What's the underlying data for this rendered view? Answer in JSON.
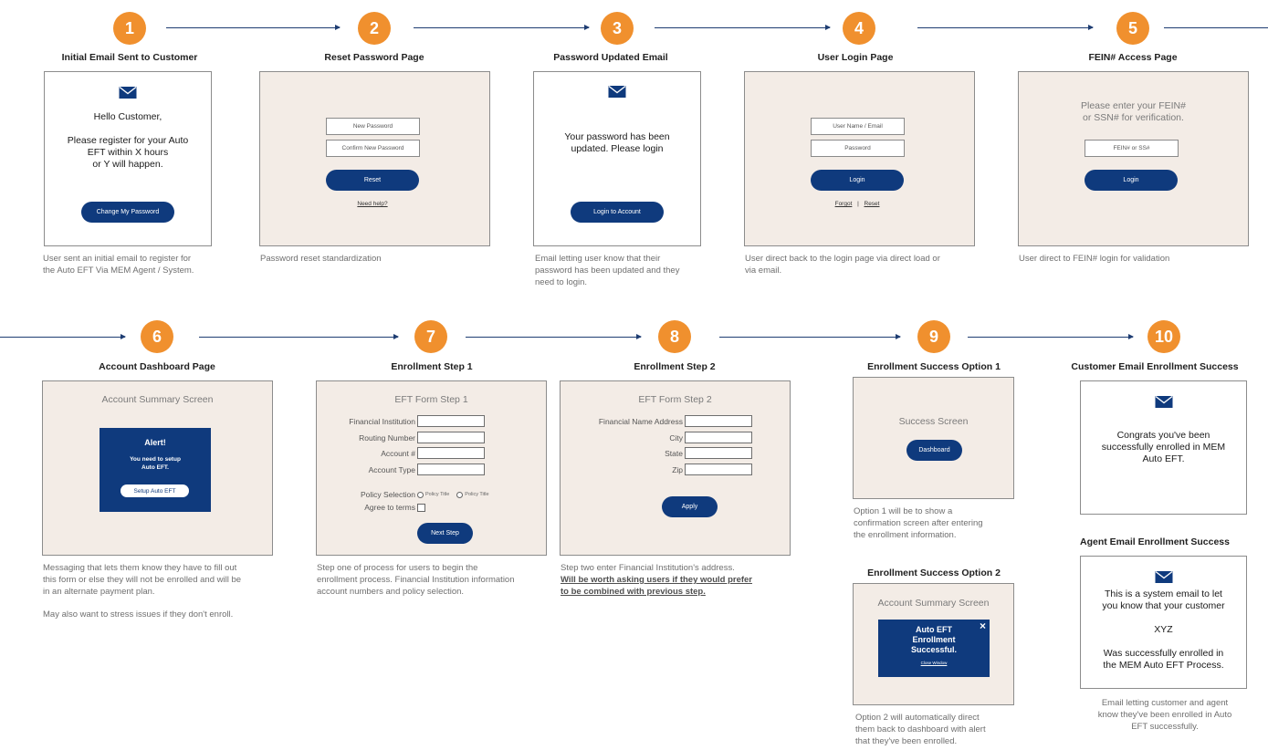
{
  "steps": {
    "s1": {
      "num": "1",
      "title": "Initial Email Sent to Customer",
      "greeting": "Hello Customer,",
      "body": [
        "Please register for your Auto",
        "EFT within X hours",
        "or Y will happen."
      ],
      "button": "Change My Password",
      "desc": [
        "User sent an initial email to register for",
        "the Auto EFT Via MEM Agent / System."
      ]
    },
    "s2": {
      "num": "2",
      "title": "Reset Password Page",
      "field1": "New Password",
      "field2": "Confirm New Password",
      "button": "Reset",
      "link": "Need help?",
      "desc": [
        "Password reset standardization"
      ]
    },
    "s3": {
      "num": "3",
      "title": "Password Updated Email",
      "body": [
        "Your password has been",
        "updated. Please login"
      ],
      "button": "Login to Account",
      "desc": [
        "Email letting user know that their",
        "password has been updated and they",
        "need to login."
      ]
    },
    "s4": {
      "num": "4",
      "title": "User Login Page",
      "field1": "User Name / Email",
      "field2": "Password",
      "button": "Login",
      "link1": "Forgot",
      "sep": "|",
      "link2": "Reset",
      "desc": [
        "User direct back to the login page via direct load or",
        "via email."
      ]
    },
    "s5": {
      "num": "5",
      "title": "FEIN# Access Page",
      "prompt": [
        "Please enter your FEIN#",
        "or SSN# for verification."
      ],
      "field": "FEIN# or SS#",
      "button": "Login",
      "desc": [
        "User direct to FEIN# login for validation"
      ]
    },
    "s6": {
      "num": "6",
      "title": "Account Dashboard Page",
      "screen": "Account Summary Screen",
      "alert_title": "Alert!",
      "alert_body": [
        "You need to setup",
        "Auto EFT."
      ],
      "alert_button": "Setup Auto EFT",
      "desc": [
        "Messaging that lets them know they have to fill out",
        "this form or else they will not be enrolled and will be",
        "in an alternate payment plan."
      ],
      "desc2": "May also want to stress issues if they don't enroll."
    },
    "s7": {
      "num": "7",
      "title": "Enrollment Step 1",
      "screen": "EFT Form Step 1",
      "fields": [
        "Financial Institution",
        "Routing Number",
        "Account #",
        "Account Type"
      ],
      "policy_label": "Policy Selection",
      "policy_opt1": "Policy Title",
      "policy_opt2": "Policy Title",
      "agree_label": "Agree to terms",
      "button": "Next Step",
      "desc": [
        "Step one of process for users to begin the",
        "enrollment process. Financial Institution information",
        "account numbers and policy selection."
      ]
    },
    "s8": {
      "num": "8",
      "title": "Enrollment Step 2",
      "screen": "EFT Form Step 2",
      "fields": [
        "Financial Name Address",
        "City",
        "State",
        "Zip"
      ],
      "button": "Apply",
      "desc": "Step two enter Financial Institution's address.",
      "desc_bold": [
        "Will be worth asking users if they would prefer",
        "to be combined with previous step."
      ]
    },
    "s9": {
      "num": "9",
      "title": "Enrollment Success Option 1",
      "screen": "Success Screen",
      "button": "Dashboard",
      "desc": [
        "Option 1 will be to show a",
        "confirmation screen after entering",
        "the enrollment information."
      ]
    },
    "s9b": {
      "title": "Enrollment Success Option 2",
      "screen": "Account Summary Screen",
      "alert_body": [
        "Auto EFT",
        "Enrollment",
        "Successful."
      ],
      "close": "×",
      "close_link": "Close Window",
      "desc": [
        "Option 2 will automatically direct",
        "them back to dashboard with alert",
        "that they've been enrolled."
      ]
    },
    "s10": {
      "num": "10",
      "title": "Customer Email Enrollment Success",
      "body": [
        "Congrats you've been",
        "successfully enrolled in MEM",
        "Auto EFT."
      ]
    },
    "s10b": {
      "title": "Agent Email Enrollment Success",
      "body1": [
        "This is a system email to let",
        "you know that your customer"
      ],
      "body2": "XYZ",
      "body3": [
        "Was successfully enrolled in",
        "the MEM Auto EFT Process."
      ],
      "desc": [
        "Email letting customer and agent",
        "know they've been enrolled in Auto",
        "EFT successfully."
      ]
    }
  },
  "colors": {
    "accent": "#f0902e",
    "navy": "#0f3a7d",
    "beige": "#f3ece6"
  },
  "icons": {
    "envelope": "envelope-icon"
  }
}
